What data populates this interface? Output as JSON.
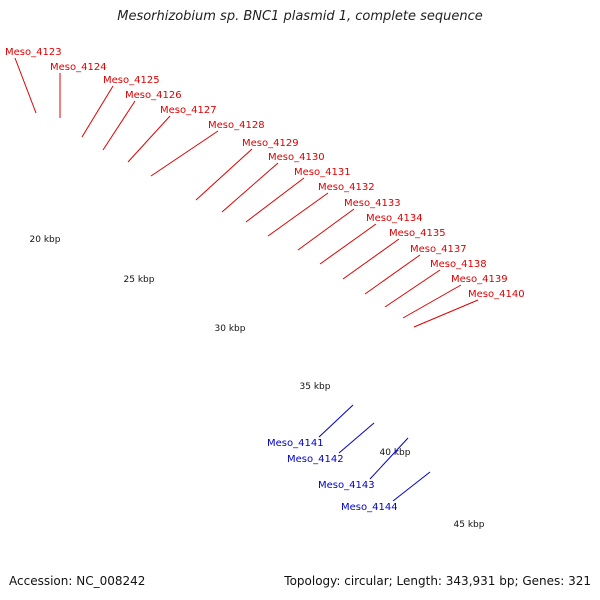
{
  "title": "Mesorhizobium sp. BNC1 plasmid 1, complete sequence",
  "accession": "Accession: NC_008242",
  "topology": "Topology: circular; Length: 343,931 bp; Genes: 321",
  "colors": {
    "forward_cds": "#ee1111",
    "reverse_cds": "#1111dd",
    "label_red": "#dd0000",
    "label_blue": "#0000cc",
    "backbone": "#808080",
    "tick": "#118811",
    "cog_green": "#33cc33",
    "cog_orange": "#ff8800",
    "cog_khaki": "#c8c080",
    "cog_purple": "#554499",
    "cog_gray": "#777777",
    "cog_lightgray": "#cccccc",
    "cog_pink": "#ff44aa",
    "cog_lightblue": "#ccccff"
  },
  "chart_data": {
    "type": "genome_map",
    "axis_unit": "kbp",
    "scale_labels": [
      "20 kbp",
      "25 kbp",
      "30 kbp",
      "35 kbp",
      "40 kbp",
      "45 kbp"
    ],
    "gene_labels_forward": [
      "Meso_4123",
      "Meso_4124",
      "Meso_4125",
      "Meso_4126",
      "Meso_4127",
      "Meso_4128",
      "Meso_4129",
      "Meso_4130",
      "Meso_4131",
      "Meso_4132",
      "Meso_4133",
      "Meso_4134",
      "Meso_4135",
      "Meso_4137",
      "Meso_4138",
      "Meso_4139",
      "Meso_4140"
    ],
    "gene_labels_reverse": [
      "Meso_4141",
      "Meso_4142",
      "Meso_4143",
      "Meso_4144"
    ]
  }
}
